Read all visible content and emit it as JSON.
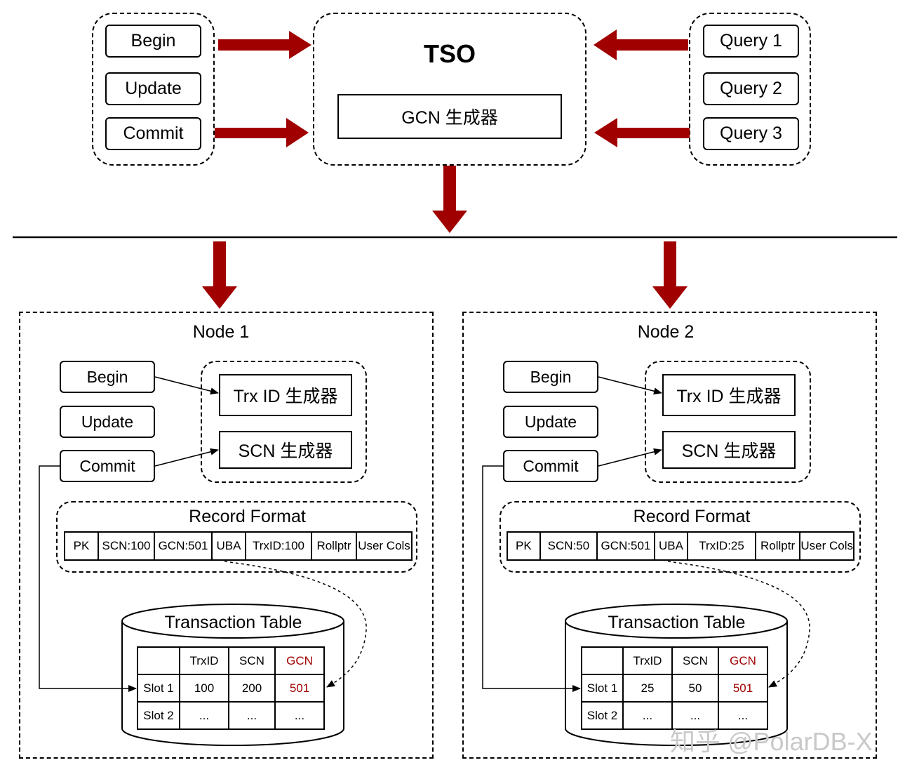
{
  "tso": {
    "title": "TSO",
    "generator": "GCN 生成器",
    "ops": [
      "Begin",
      "Update",
      "Commit"
    ],
    "queries": [
      "Query 1",
      "Query 2",
      "Query 3"
    ]
  },
  "nodes": [
    {
      "title": "Node 1",
      "ops": [
        "Begin",
        "Update",
        "Commit"
      ],
      "trx_gen": "Trx ID 生成器",
      "scn_gen": "SCN 生成器",
      "record_title": "Record Format",
      "record_fields": [
        "PK",
        "SCN:100",
        "GCN:501",
        "UBA",
        "TrxID:100",
        "Rollptr",
        "User Cols"
      ],
      "table_title": "Transaction Table",
      "table_header": [
        "",
        "TrxID",
        "SCN",
        "GCN"
      ],
      "table_rows": [
        [
          "Slot 1",
          "100",
          "200",
          "501"
        ],
        [
          "Slot 2",
          "...",
          "...",
          "..."
        ]
      ]
    },
    {
      "title": "Node 2",
      "ops": [
        "Begin",
        "Update",
        "Commit"
      ],
      "trx_gen": "Trx ID 生成器",
      "scn_gen": "SCN 生成器",
      "record_title": "Record Format",
      "record_fields": [
        "PK",
        "SCN:50",
        "GCN:501",
        "UBA",
        "TrxID:25",
        "Rollptr",
        "User Cols"
      ],
      "table_title": "Transaction Table",
      "table_header": [
        "",
        "TrxID",
        "SCN",
        "GCN"
      ],
      "table_rows": [
        [
          "Slot 1",
          "25",
          "50",
          "501"
        ],
        [
          "Slot 2",
          "...",
          "...",
          "..."
        ]
      ]
    }
  ],
  "watermark": "知乎 @PolarDB-X",
  "colors": {
    "arrow": "#a00000",
    "gcn_text": "#a00000",
    "line": "#000000"
  }
}
